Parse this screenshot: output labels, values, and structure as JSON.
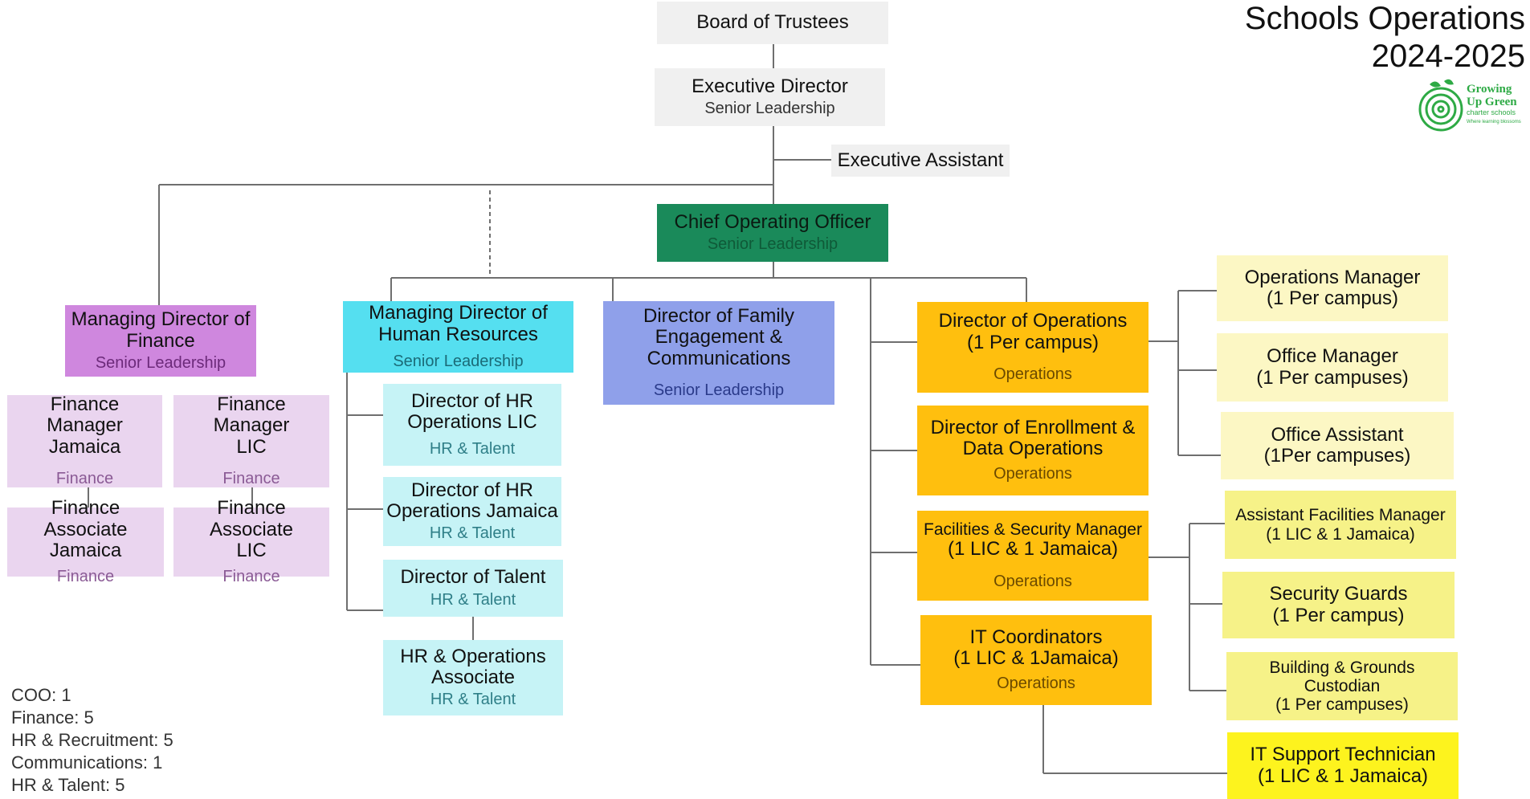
{
  "title": {
    "line1": "Schools Operations",
    "line2": "2024-2025"
  },
  "logo": {
    "icon": "spiral-leaf-logo",
    "text_line1": "Growing",
    "text_line2": "Up Green",
    "text_line3": "charter schools",
    "tagline": "Where learning blossoms"
  },
  "nodes": {
    "board": {
      "title": "Board of Trustees"
    },
    "exec_director": {
      "title": "Executive Director",
      "sub": "Senior Leadership"
    },
    "exec_assistant": {
      "title": "Executive Assistant"
    },
    "coo": {
      "title": "Chief Operating Officer",
      "sub": "Senior Leadership"
    },
    "md_finance": {
      "title_line1": "Managing Director of",
      "title_line2": "Finance",
      "sub": "Senior Leadership"
    },
    "fm_jamaica": {
      "title_line1": "Finance Manager",
      "title_line2": "Jamaica",
      "sub": "Finance"
    },
    "fm_lic": {
      "title_line1": "Finance Manager",
      "title_line2": "LIC",
      "sub": "Finance"
    },
    "fa_jamaica": {
      "title_line1": "Finance Associate",
      "title_line2": "Jamaica",
      "sub": "Finance"
    },
    "fa_lic": {
      "title_line1": "Finance Associate",
      "title_line2": "LIC",
      "sub": "Finance"
    },
    "md_hr": {
      "title_line1": "Managing Director of",
      "title_line2": "Human Resources",
      "sub": "Senior Leadership"
    },
    "dir_hr_lic": {
      "title_line1": "Director of HR",
      "title_line2": "Operations LIC",
      "sub": "HR & Talent"
    },
    "dir_hr_jamaica": {
      "title_line1": "Director of HR",
      "title_line2": "Operations Jamaica",
      "sub": "HR & Talent"
    },
    "dir_talent": {
      "title": "Director of Talent",
      "sub": "HR & Talent"
    },
    "hr_ops_assoc": {
      "title_line1": "HR & Operations",
      "title_line2": "Associate",
      "sub": "HR & Talent"
    },
    "dir_family": {
      "title_line1": "Director of Family",
      "title_line2": "Engagement &",
      "title_line3": "Communications",
      "sub": "Senior Leadership"
    },
    "dir_operations": {
      "title_line1": "Director of Operations",
      "title_line2": "(1 Per campus)",
      "sub": "Operations"
    },
    "dir_enrollment": {
      "title_line1": "Director of Enrollment &",
      "title_line2": "Data Operations",
      "sub": "Operations"
    },
    "facilities_mgr": {
      "title_line1": "Facilities & Security Manager",
      "title_line2": "(1 LIC & 1 Jamaica)",
      "sub": "Operations"
    },
    "it_coord": {
      "title_line1": "IT Coordinators",
      "title_line2": "(1 LIC & 1Jamaica)",
      "sub": "Operations"
    },
    "ops_manager": {
      "title_line1": "Operations Manager",
      "title_line2": "(1 Per campus)"
    },
    "office_manager": {
      "title_line1": "Office Manager",
      "title_line2": "(1 Per campuses)"
    },
    "office_assistant": {
      "title_line1": "Office Assistant",
      "title_line2": "(1Per campuses)"
    },
    "asst_facilities": {
      "title_line1": "Assistant Facilities Manager",
      "title_line2": "(1 LIC & 1 Jamaica)"
    },
    "security_guards": {
      "title_line1": "Security Guards",
      "title_line2": "(1 Per campus)"
    },
    "building_custodian": {
      "title_line1": "Building & Grounds",
      "title_line2": "Custodian",
      "title_line3": "(1 Per campuses)"
    },
    "it_support": {
      "title_line1": "IT Support Technician",
      "title_line2": "(1 LIC & 1 Jamaica)"
    }
  },
  "stats": [
    "COO: 1",
    "Finance: 5",
    "HR & Recruitment: 5",
    "Communications: 1",
    "HR & Talent: 5"
  ],
  "colors": {
    "senior_gray": "#f0f0f0",
    "coo_green": "#1a8a5a",
    "finance_purple": "#cf87de",
    "finance_light": "#ead5ef",
    "hr_cyan": "#55dff0",
    "hr_light": "#c6f3f6",
    "family_blue": "#8fa0ea",
    "operations_orange": "#ffbf0e",
    "ops_staff_pale_yellow": "#fcf7c4",
    "facilities_yellow": "#f6f288",
    "it_yellow": "#fdf31e",
    "connector": "#6f6f6f"
  }
}
